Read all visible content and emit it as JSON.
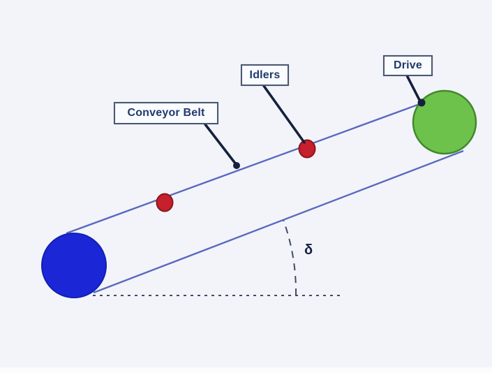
{
  "colors": {
    "background": "#f2f4f9",
    "belt-line": "#5a68c0",
    "leader-line": "#15203d",
    "dashed-line": "#3f4b63",
    "label-border": "#4a5873",
    "label-bg": "#f9fbfe",
    "label-text": "#203a6b",
    "tail-pulley-fill": "#1b27d6",
    "tail-pulley-stroke": "#121fb2",
    "drive-pulley-fill": "#6dc24b",
    "drive-pulley-stroke": "#44882e",
    "idler-fill": "#c5202c",
    "idler-stroke": "#8c141d"
  },
  "diagram": {
    "labels": {
      "conveyor_belt": "Conveyor Belt",
      "idlers": "Idlers",
      "drive": "Drive",
      "incline_angle": "δ"
    }
  }
}
